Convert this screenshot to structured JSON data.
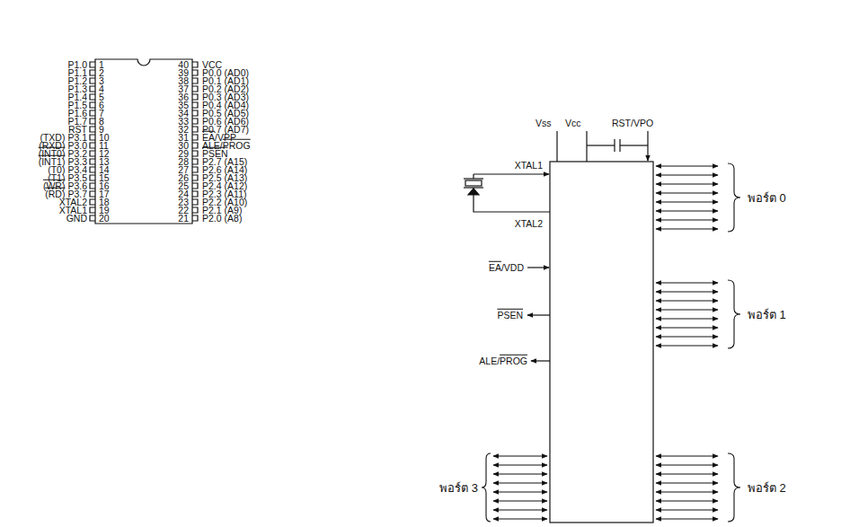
{
  "diagram": {
    "labels": [
      "P1.0",
      "1",
      "P1.1",
      "2",
      "P1.2",
      "3",
      "P1.3",
      "4",
      "P1.4",
      "5",
      "P1.5",
      "6",
      "P1.6",
      "7",
      "P1.7",
      "8",
      "RST",
      "9",
      "(TXD)",
      "P3.1",
      "10",
      "(RXD)",
      "P3.0",
      "11",
      "(INT0)",
      "P3.2",
      "12",
      "(INT1)",
      "P3.3",
      "13",
      "(T0)",
      "P3.4",
      "14",
      "(T1)",
      "P3.5",
      "15",
      "(WR)",
      "P3.6",
      "16",
      "(RD)",
      "P3.7",
      "17",
      "XTAL2",
      "18",
      "XTAL1",
      "19",
      "GND",
      "20",
      "40",
      "VCC",
      "39",
      "P0.0",
      "(AD0)",
      "38",
      "P0.1",
      "(AD1)",
      "37",
      "P0.2",
      "(AD2)",
      "36",
      "P0.3",
      "(AD3)",
      "35",
      "P0.4",
      "(AD4)",
      "34",
      "P0.5",
      "(AD5)",
      "33",
      "P0.6",
      "(AD6)",
      "32",
      "P0.7",
      "(AD7)",
      "31",
      "EA",
      "/VPP",
      "30",
      "ALE/",
      "PROG",
      "29",
      "PSEN",
      "28",
      "P2.7",
      "(A15)",
      "27",
      "P2.6",
      "(A14)",
      "26",
      "P2.5",
      "(A13)",
      "25",
      "P2.4",
      "(A12)",
      "24",
      "P2.3",
      "(A11)",
      "23",
      "P2.2",
      "(A10)",
      "22",
      "P2.1",
      "(A9)",
      "21",
      "P2.0",
      "(A8)",
      "Vss",
      "Vcc",
      "RST/VPO",
      "XTAL1",
      "XTAL2",
      "EA",
      "/VDD",
      "PSEN",
      "ALE/",
      "PROG",
      "พอร์ต 0",
      "พอร์ต 1",
      "พอร์ต 2",
      "พอร์ต 3"
    ]
  }
}
